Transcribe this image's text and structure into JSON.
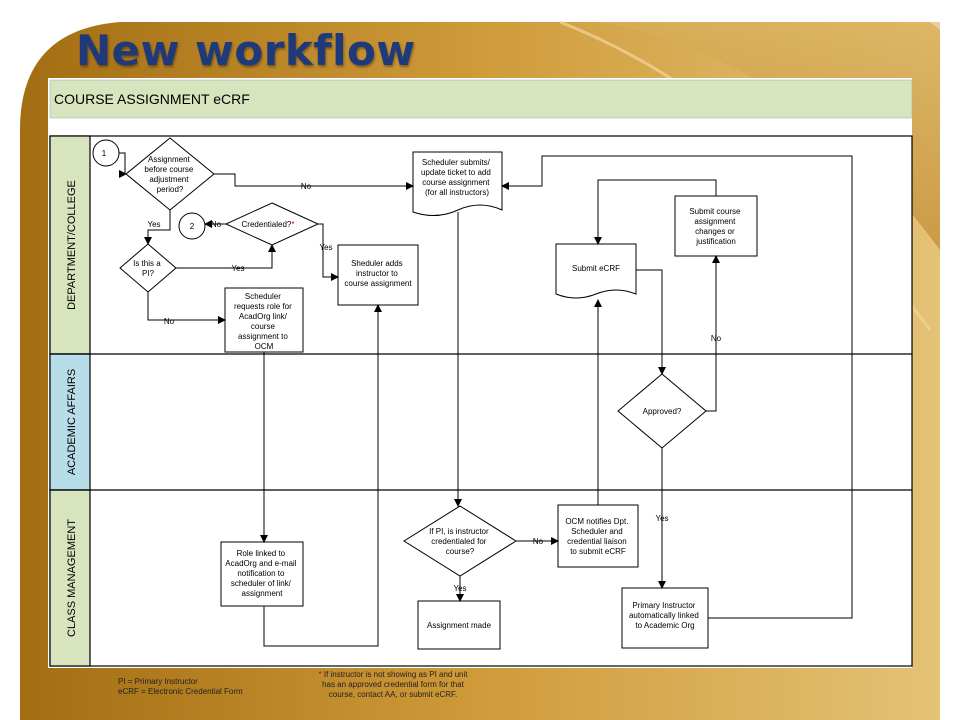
{
  "slide": {
    "title": "New workflow"
  },
  "diagram": {
    "header": "COURSE ASSIGNMENT eCRF",
    "lanes": [
      "DEPARTMENT/COLLEGE",
      "ACADEMIC AFFAIRS",
      "CLASS MANAGEMENT"
    ],
    "connectors": {
      "c1": "1",
      "c2": "2"
    },
    "nodes": {
      "assignment_before": [
        "Assignment",
        "before course",
        "adjustment",
        "period?"
      ],
      "credentialed": "Credentialed?",
      "credentialed_star": "*",
      "is_pi": [
        "Is this a",
        "PI?"
      ],
      "scheduler_requests": [
        "Scheduler",
        "requests role for",
        "AcadOrg link/",
        "course",
        "assignment to",
        "OCM"
      ],
      "scheduler_adds": [
        "Sheduler adds",
        "instructor to",
        "course assignment"
      ],
      "scheduler_submits": [
        "Scheduler submits/",
        "update ticket to add",
        "course assignment",
        "(for all instructors)"
      ],
      "submit_ecrf": "Submit eCRF",
      "submit_changes": [
        "Submit course",
        "assignment",
        "changes or",
        "justification"
      ],
      "approved": "Approved?",
      "role_linked": [
        "Role linked to",
        "AcadOrg and e-mail",
        "notification to",
        "scheduler of link/",
        "assignment"
      ],
      "if_pi_credentialed": [
        "If PI, is instructor",
        "credentialed for",
        "course?"
      ],
      "ocm_notifies": [
        "OCM notifies Dpt.",
        "Scheduler and",
        "credential liaison",
        "to  submit eCRF"
      ],
      "assignment_made": "Assignment made",
      "primary_instructor": [
        "Primary Instructor",
        "automatically linked",
        "to Academic Org"
      ]
    },
    "edge_labels": {
      "no_top": "No",
      "yes_left": "Yes",
      "no_2": "No",
      "yes_cred": "Yes",
      "yes_pi": "Yes",
      "no_pi": "No",
      "no_approved": "No",
      "yes_approved": "Yes",
      "no_ocm": "No",
      "yes_made": "Yes"
    }
  },
  "legend": {
    "line1": "PI = Primary Instructor",
    "line2": "eCRF = Electronic Credential Form",
    "note_star": "*",
    "note_lines": [
      " If instructor is not showing as PI and unit",
      "has an approved credential form for that",
      "course, contact AA, or submit eCRF."
    ]
  },
  "colors": {
    "title": "#1f3a7a",
    "header_fill": "#d7e4bd",
    "lane_dept": "#d7e4bd",
    "lane_aa": "#b7dde8",
    "lane_cm": "#d7e4bd",
    "background_gold": "#c9912a",
    "asterisk": "#d00000"
  },
  "icons": {
    "connector": "circle-connector",
    "arrow": "arrowhead"
  }
}
